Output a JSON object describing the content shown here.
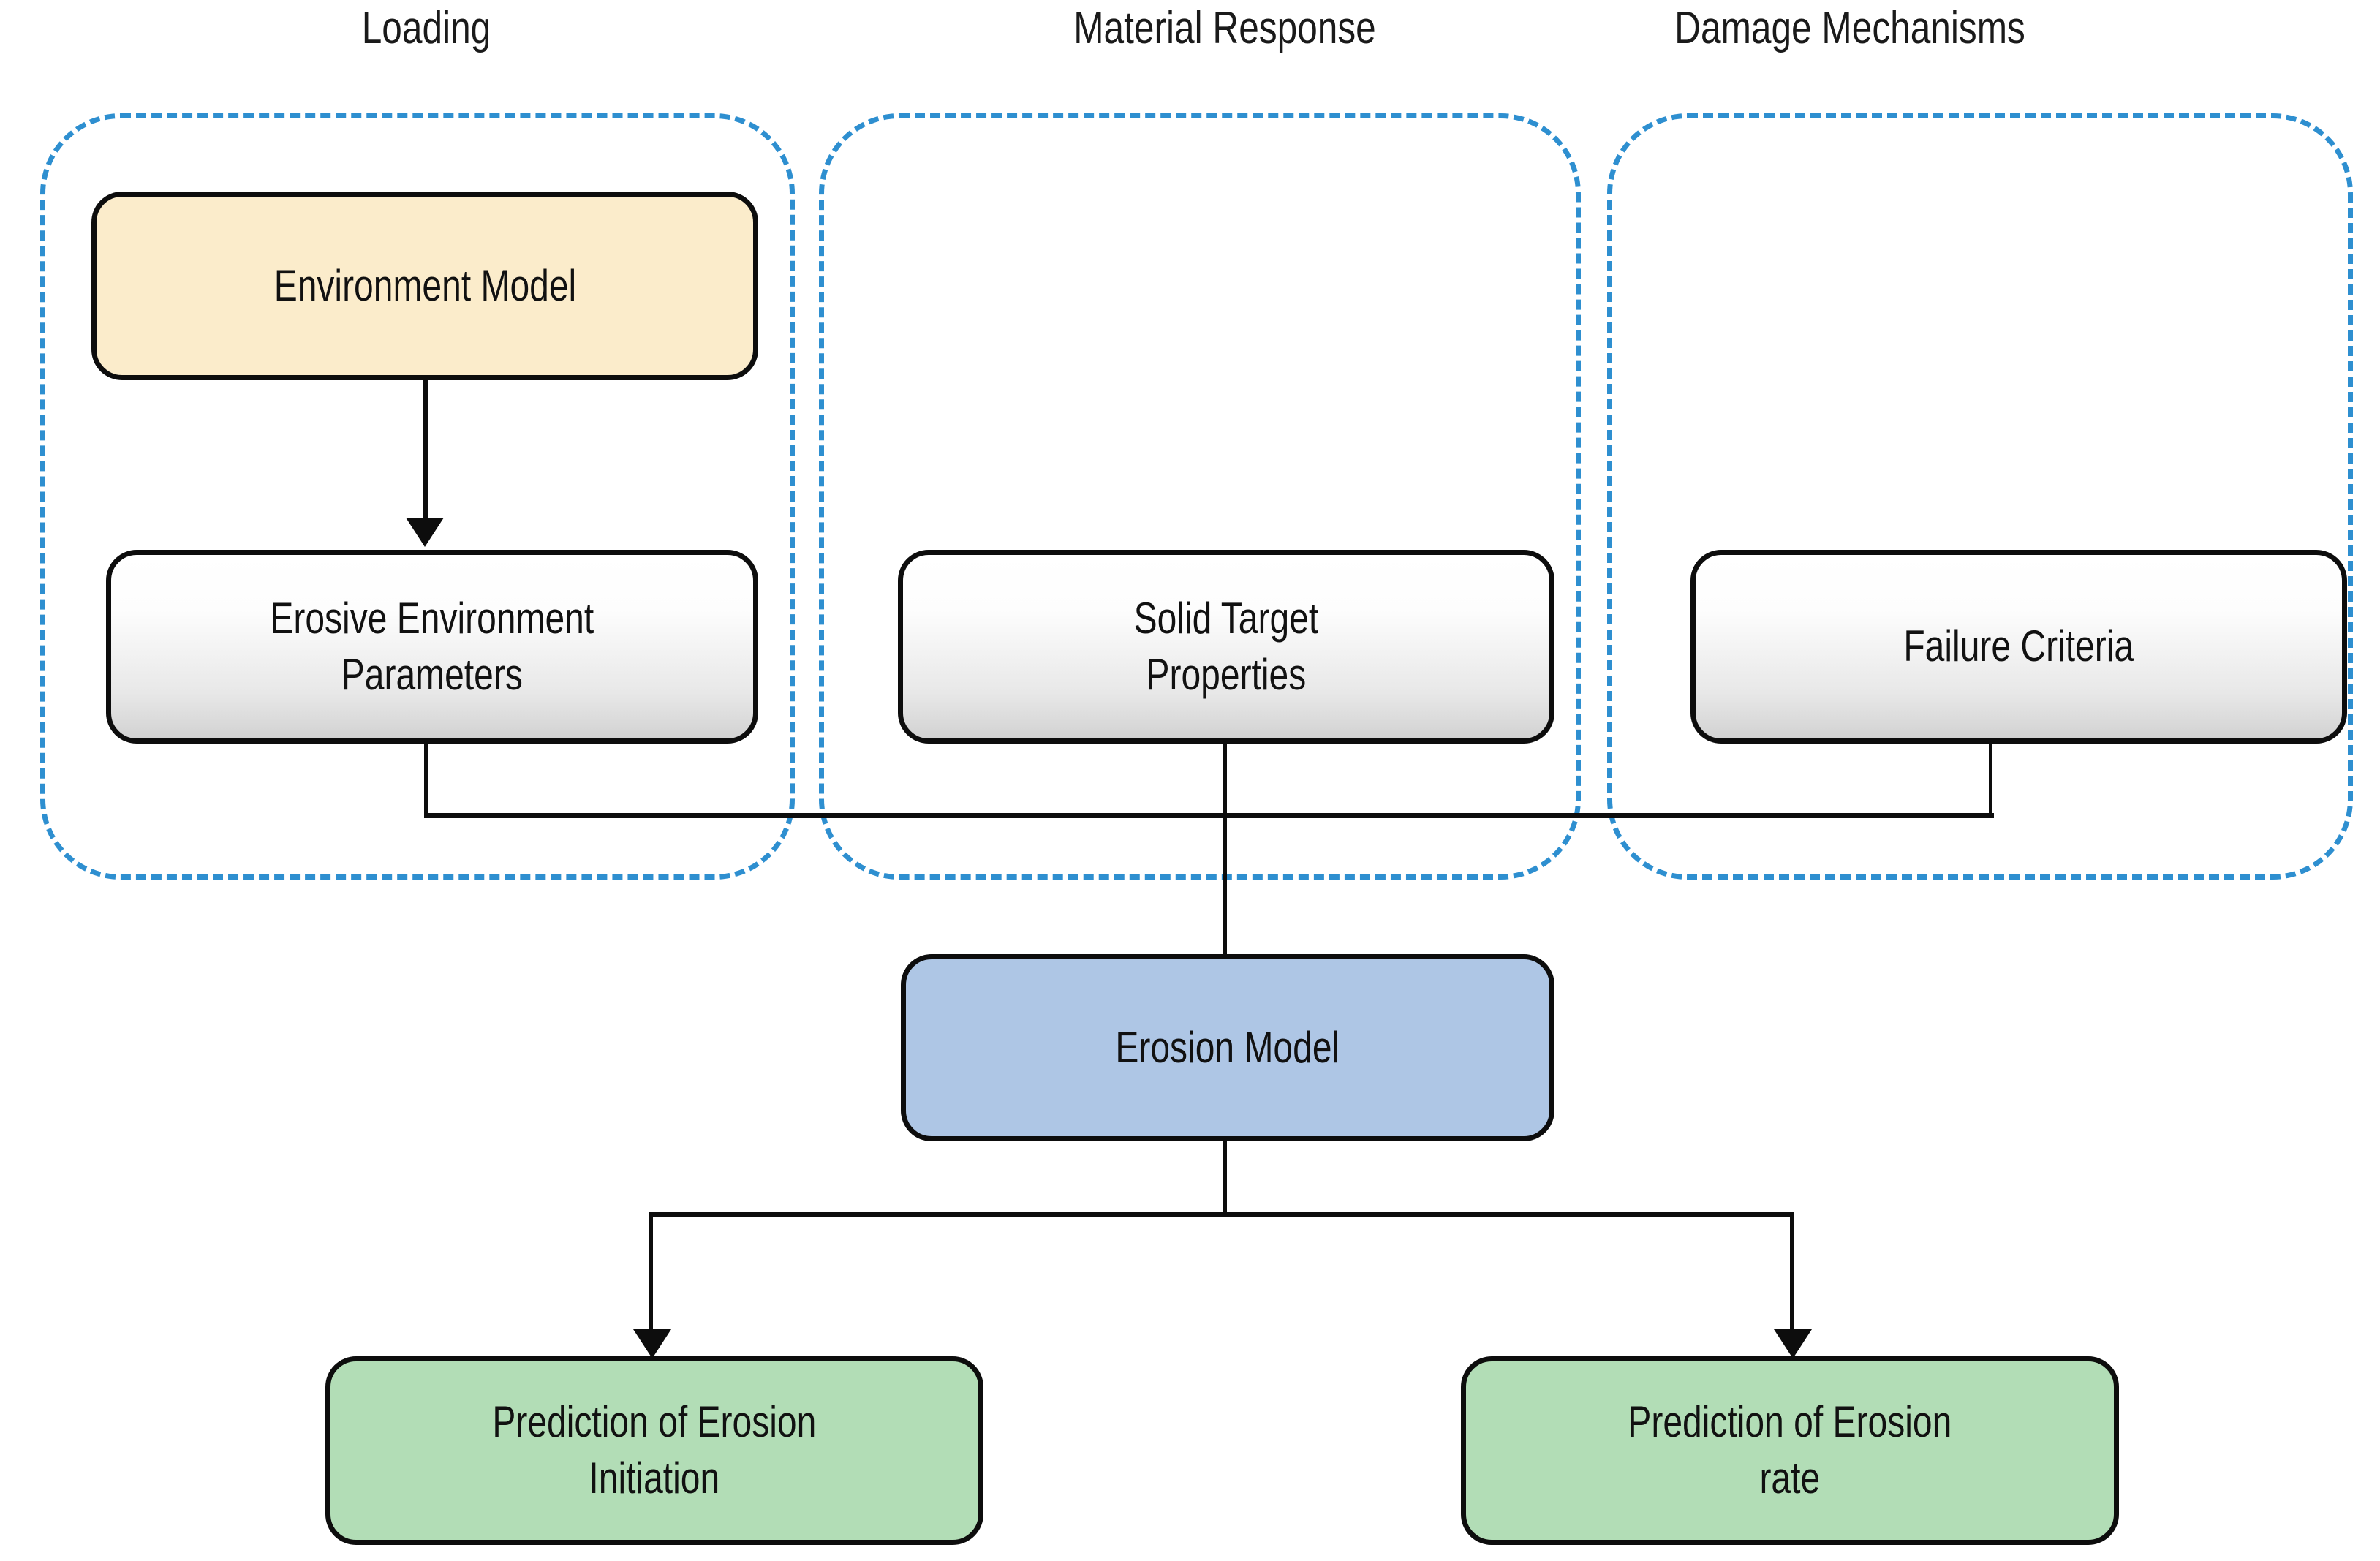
{
  "diagram": {
    "title_groups": [
      {
        "label": "Loading"
      },
      {
        "label": "Material Response"
      },
      {
        "label": "Damage Mechanisms"
      }
    ],
    "nodes": {
      "environment_model": {
        "label": "Environment Model",
        "fill": "#fbeccb"
      },
      "erosive_environment_parameters": {
        "label": "Erosive Environment\nParameters",
        "fill": "#e8e8e8"
      },
      "solid_target_properties": {
        "label": "Solid Target\nProperties",
        "fill": "#e8e8e8"
      },
      "failure_criteria": {
        "label": "Failure Criteria",
        "fill": "#e8e8e8"
      },
      "erosion_model": {
        "label": "Erosion Model",
        "fill": "#aec6e5"
      },
      "prediction_of_erosion_initiation": {
        "label": "Prediction of Erosion\nInitiation",
        "fill": "#b2ddb6"
      },
      "prediction_of_erosion_rate": {
        "label": "Prediction of Erosion\nrate",
        "fill": "#b2ddb6"
      }
    },
    "colors": {
      "group_border": "#2e8fd0",
      "node_border": "#0d0d0d",
      "connector": "#0d0d0d",
      "background": "#ffffff"
    },
    "edges": [
      {
        "from": "environment_model",
        "to": "erosive_environment_parameters",
        "arrow": true
      },
      {
        "from": "erosive_environment_parameters",
        "to": "erosion_model",
        "arrow": false
      },
      {
        "from": "solid_target_properties",
        "to": "erosion_model",
        "arrow": false
      },
      {
        "from": "failure_criteria",
        "to": "erosion_model",
        "arrow": false
      },
      {
        "from": "erosion_model",
        "to": "prediction_of_erosion_initiation",
        "arrow": true
      },
      {
        "from": "erosion_model",
        "to": "prediction_of_erosion_rate",
        "arrow": true
      }
    ]
  }
}
